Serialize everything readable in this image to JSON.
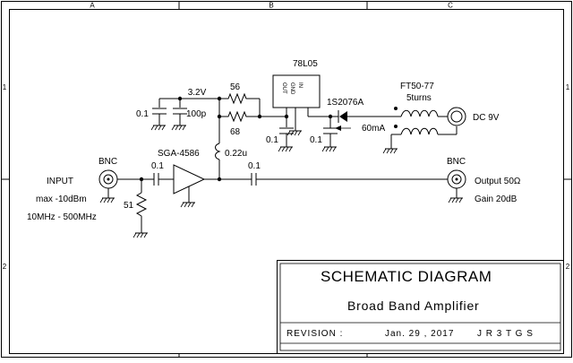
{
  "zones": {
    "columns": [
      "A",
      "B",
      "C"
    ],
    "rows": [
      "1",
      "2"
    ]
  },
  "components": {
    "regulator": "78L05",
    "reg_pins": [
      "OUT",
      "GND",
      "IN"
    ],
    "diode": "1S2076A",
    "current": "60mA",
    "toroid": "FT50-77",
    "toroid_turns": "5turns",
    "dc_input": "DC 9V",
    "rail_voltage": "3.2V",
    "r_top": "56",
    "r_bottom": "68",
    "c_left_a": "0.1",
    "c_left_b": "100p",
    "c_reg_out": "0.1",
    "c_reg_in": "0.1",
    "inductor": "0.22u",
    "amp_chip": "SGA-4586",
    "c_in": "0.1",
    "c_out": "0.1",
    "r_term": "51",
    "bnc_in": "BNC",
    "bnc_out": "BNC"
  },
  "notes": {
    "input": "INPUT",
    "max_level": "max  -10dBm",
    "freq_range": "10MHz - 500MHz",
    "output": "Output 50Ω",
    "gain": "Gain 20dB"
  },
  "title_block": {
    "title": "SCHEMATIC DIAGRAM",
    "subtitle": "Broad Band Amplifier",
    "revision_label": "REVISION :",
    "date": "Jan. 29 , 2017",
    "author": "J R 3 T G S"
  }
}
